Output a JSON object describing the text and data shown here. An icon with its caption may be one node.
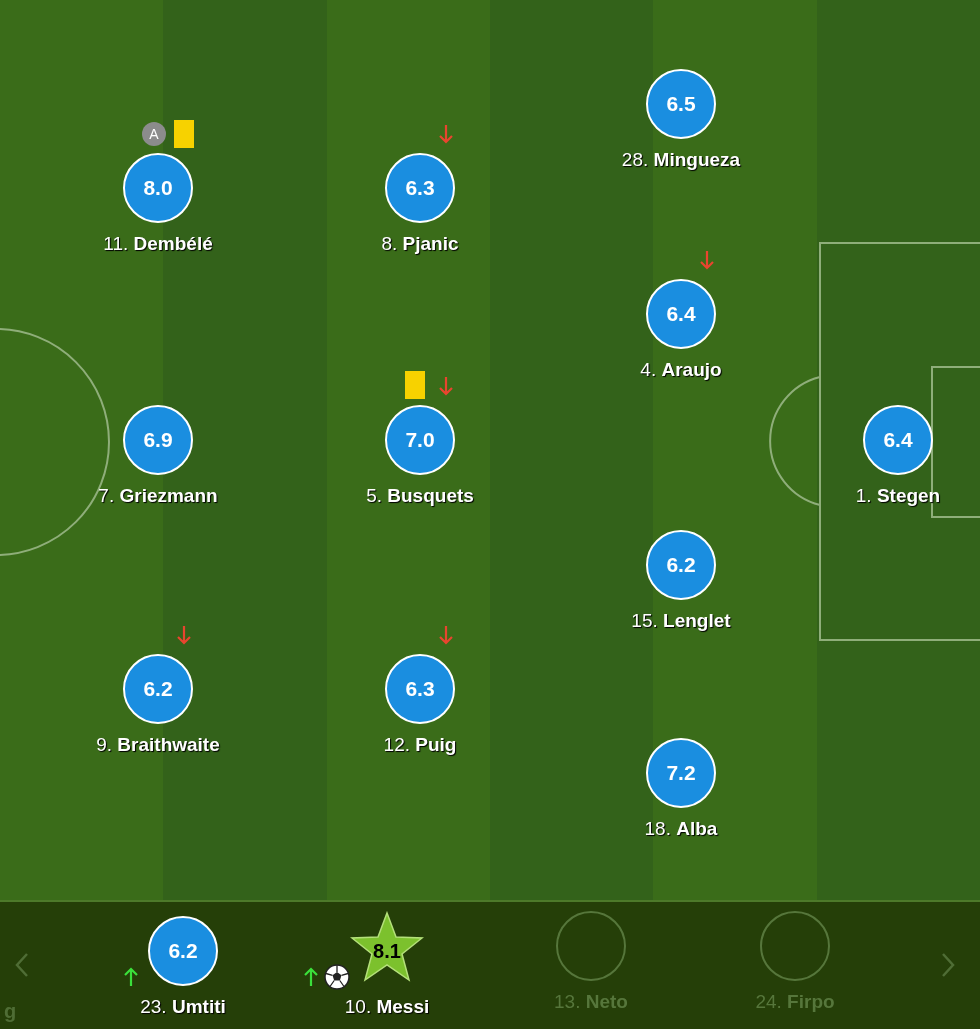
{
  "diagram": {
    "nodes": [
      {
        "text": [
          "6.5"
        ],
        "beside": [
          "28. **Mingueza**"
        ]
      },
      {
        "text": [
          "8.0"
        ],
        "beside": [
          "A",
          "11. **Dembélé**"
        ]
      },
      {
        "text": [
          "6.3"
        ],
        "beside": [
          "8. **Pjanic**"
        ]
      },
      {
        "text": [
          "6.4"
        ],
        "beside": [
          "4. **Araujo**"
        ]
      },
      {
        "text": [
          "6.9"
        ],
        "beside": [
          "7. **Griezmann**"
        ]
      },
      {
        "text": [
          "7.0"
        ],
        "beside": [
          "5. **Busquets**"
        ]
      },
      {
        "text": [
          "6.4"
        ],
        "beside": [
          "1. **Stegen**"
        ]
      },
      {
        "text": [
          "6.2"
        ],
        "beside": [
          "15. **Lenglet**"
        ]
      },
      {
        "text": [
          "6.2"
        ],
        "beside": [
          "9. **Braithwaite**"
        ]
      },
      {
        "text": [
          "6.3"
        ],
        "beside": [
          "12. **Puig**"
        ]
      },
      {
        "text": [
          "7.2"
        ],
        "beside": [
          "18. **Alba**"
        ]
      },
      {
        "text": [
          "6.2"
        ],
        "beside": [
          "23. **Umtiti**"
        ]
      },
      {
        "text": [
          "8.1"
        ],
        "beside": [
          "10. **Messi**"
        ]
      },
      {
        "text": [],
        "shape": "circle",
        "beside": [
          "13. **Neto**"
        ]
      },
      {
        "text": [],
        "shape": "circle",
        "beside": [
          "24. **Firpo**"
        ]
      }
    ],
    "labels": [
      "g"
    ]
  }
}
